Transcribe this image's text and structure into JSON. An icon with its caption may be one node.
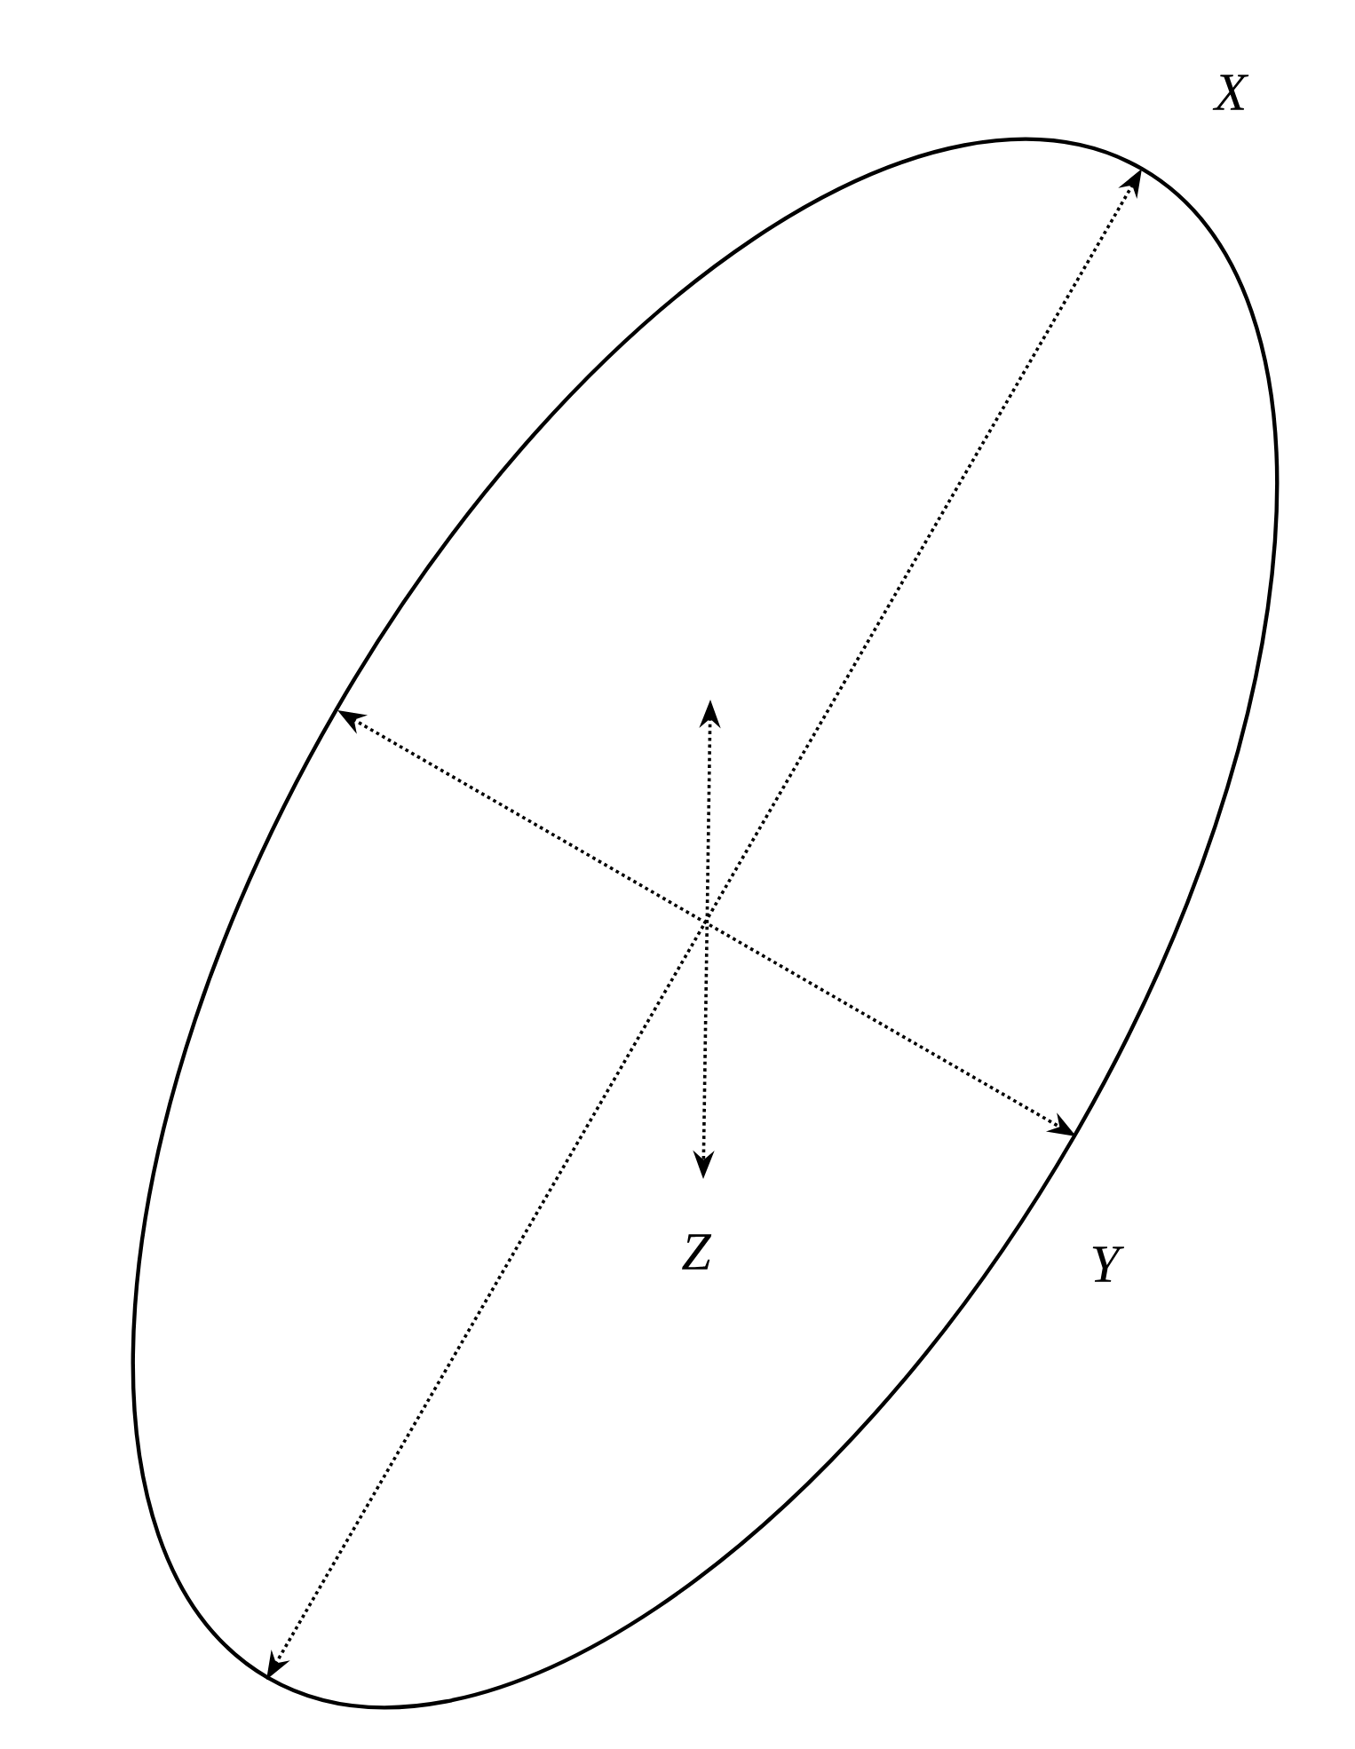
{
  "diagram": {
    "labels": [
      "X",
      "Z",
      "Y"
    ]
  }
}
